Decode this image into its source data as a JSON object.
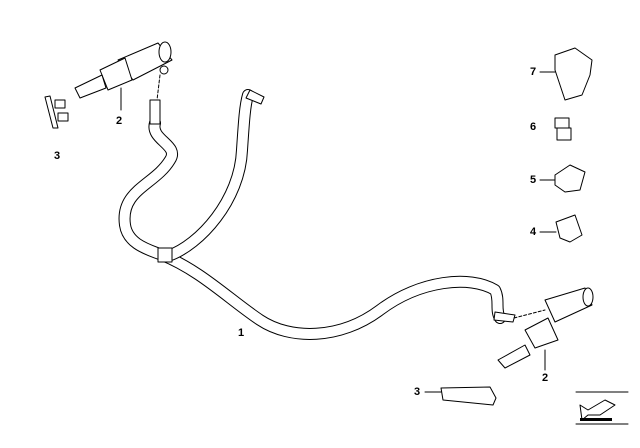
{
  "diagram": {
    "callouts": {
      "hose": "1",
      "pump_top": "2",
      "pump_bottom": "2",
      "cover_top": "3",
      "cover_bottom": "3",
      "clip_4": "4",
      "clip_5": "5",
      "clip_6": "6",
      "clip_7": "7"
    }
  },
  "colors": {
    "line": "#000000",
    "background": "#ffffff"
  }
}
